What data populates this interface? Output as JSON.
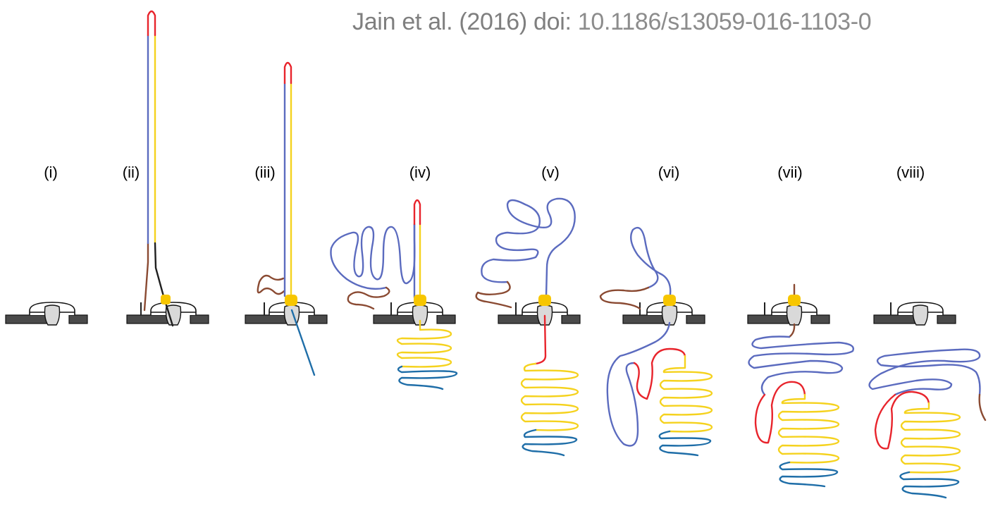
{
  "citation": {
    "text": "Jain et al. (2016) doi: ",
    "doi": "10.1186/s13059-016-1103-0"
  },
  "panels": [
    {
      "label": "(i)"
    },
    {
      "label": "(ii)"
    },
    {
      "label": "(iii)"
    },
    {
      "label": "(iv)"
    },
    {
      "label": "(v)"
    },
    {
      "label": "(vi)"
    },
    {
      "label": "(vii)"
    },
    {
      "label": "(viii)"
    }
  ],
  "colors": {
    "template_strand": "#5b6bbf",
    "complement_strand": "#f5d21e",
    "hairpin": "#e8242c",
    "leader_adapter": "#8a4a32",
    "tether": "#1f1f1f",
    "motor_protein": "#f7c600",
    "membrane": "#4a4a4a",
    "translocated_end": "#1f6ea8"
  }
}
